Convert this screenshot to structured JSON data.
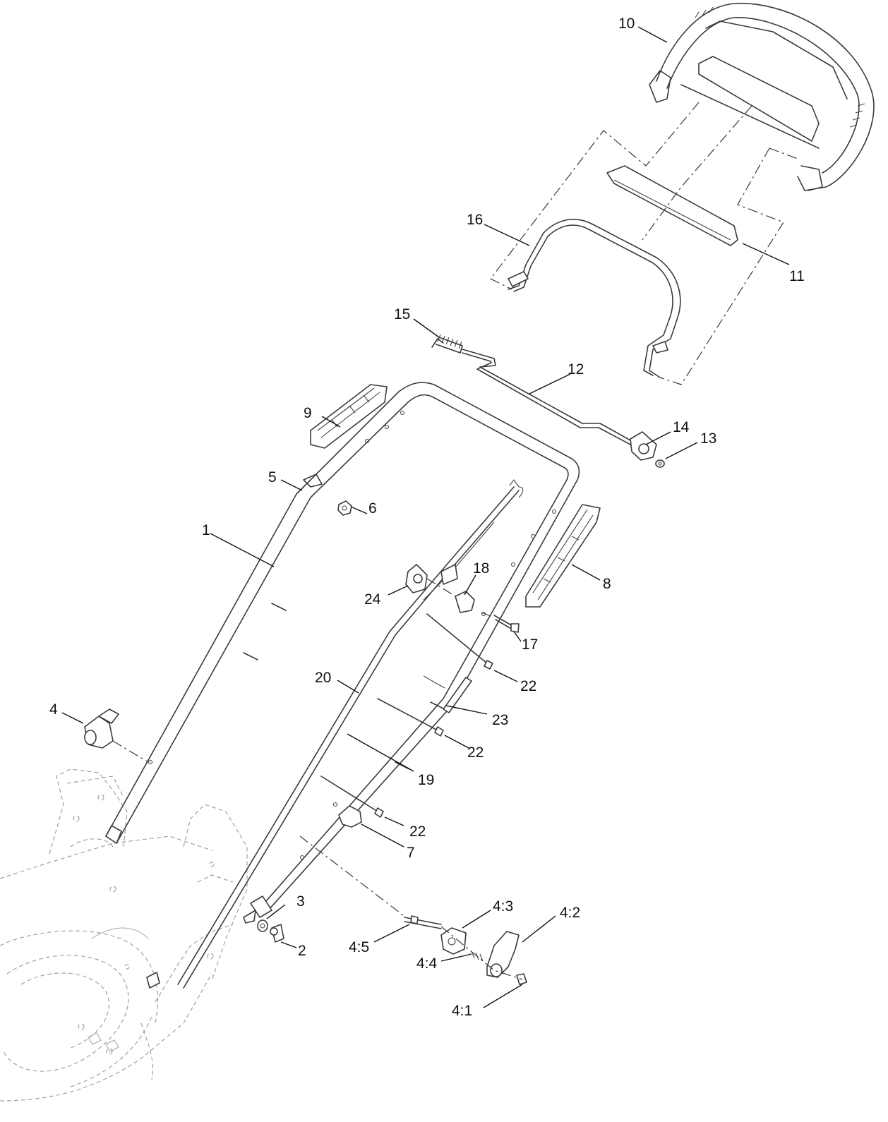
{
  "callouts": {
    "c1": "1",
    "c2": "2",
    "c3": "3",
    "c4": "4",
    "c4_1": "4:1",
    "c4_2": "4:2",
    "c4_3": "4:3",
    "c4_4": "4:4",
    "c4_5": "4:5",
    "c5": "5",
    "c6": "6",
    "c7": "7",
    "c8": "8",
    "c9": "9",
    "c10": "10",
    "c11": "11",
    "c12": "12",
    "c13": "13",
    "c14": "14",
    "c15": "15",
    "c16": "16",
    "c17": "17",
    "c18": "18",
    "c19": "19",
    "c20": "20",
    "c22a": "22",
    "c22b": "22",
    "c22c": "22",
    "c23": "23",
    "c24": "24"
  }
}
